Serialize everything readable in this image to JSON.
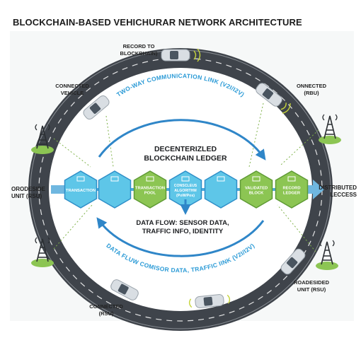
{
  "title": "BLOCKCHAIN-BASED VEHICHURAR NETWORK ARCHITECTURE",
  "colors": {
    "road": "#3f444b",
    "blue": "#5ec6e8",
    "blue_dark": "#2f8fc8",
    "green": "#8cc553",
    "green_dark": "#5f9a35",
    "arrow": "#2f86c8"
  },
  "vehicle_labels": {
    "top": [
      "RECORD TO",
      "BLOCKBHAIN)"
    ],
    "top_left": [
      "CONNECTED",
      "VEHICLE"
    ],
    "top_right": [
      "ONNECTED",
      "(RBU)"
    ],
    "bottom_left": [
      "CONNECTED",
      "(RSU)"
    ],
    "bottom_right": [
      "ROADESIDED",
      "UNIT (RSU)"
    ]
  },
  "side_labels": {
    "left": [
      "ORODESIDE",
      "UNIT (RSU)"
    ],
    "right": [
      "DISTRIBUTED",
      "LECCESS"
    ]
  },
  "links": {
    "top": "TWO-WAY COMMUNICATION LINK (V2I/I2V)",
    "bottom": "DATA FLUW COMISOR DATA, TRAFFIC IINK (V2I/I2V)"
  },
  "ledger": [
    "DECENTERIZLED",
    "BLOCKCHAIN LEDGER"
  ],
  "data_flow": [
    "DATA FLOW: SENSOR DATA,",
    "TRAFFIC INFO, IDENTITY"
  ],
  "nodes": [
    {
      "label": [
        "TRANSACTION"
      ],
      "kind": "blue"
    },
    {
      "label": [
        ""
      ],
      "kind": "blue"
    },
    {
      "label": [
        "TRANSACTION",
        "POOL"
      ],
      "kind": "green"
    },
    {
      "label": [
        "CONSCLEUS",
        "ALGORITHM",
        "(PoW/Pos)"
      ],
      "kind": "blue"
    },
    {
      "label": [
        ""
      ],
      "kind": "blue"
    },
    {
      "label": [
        "VALIDATED",
        "BLOCK"
      ],
      "kind": "green"
    },
    {
      "label": [
        "RECORD",
        "LEDGER"
      ],
      "kind": "green"
    }
  ]
}
